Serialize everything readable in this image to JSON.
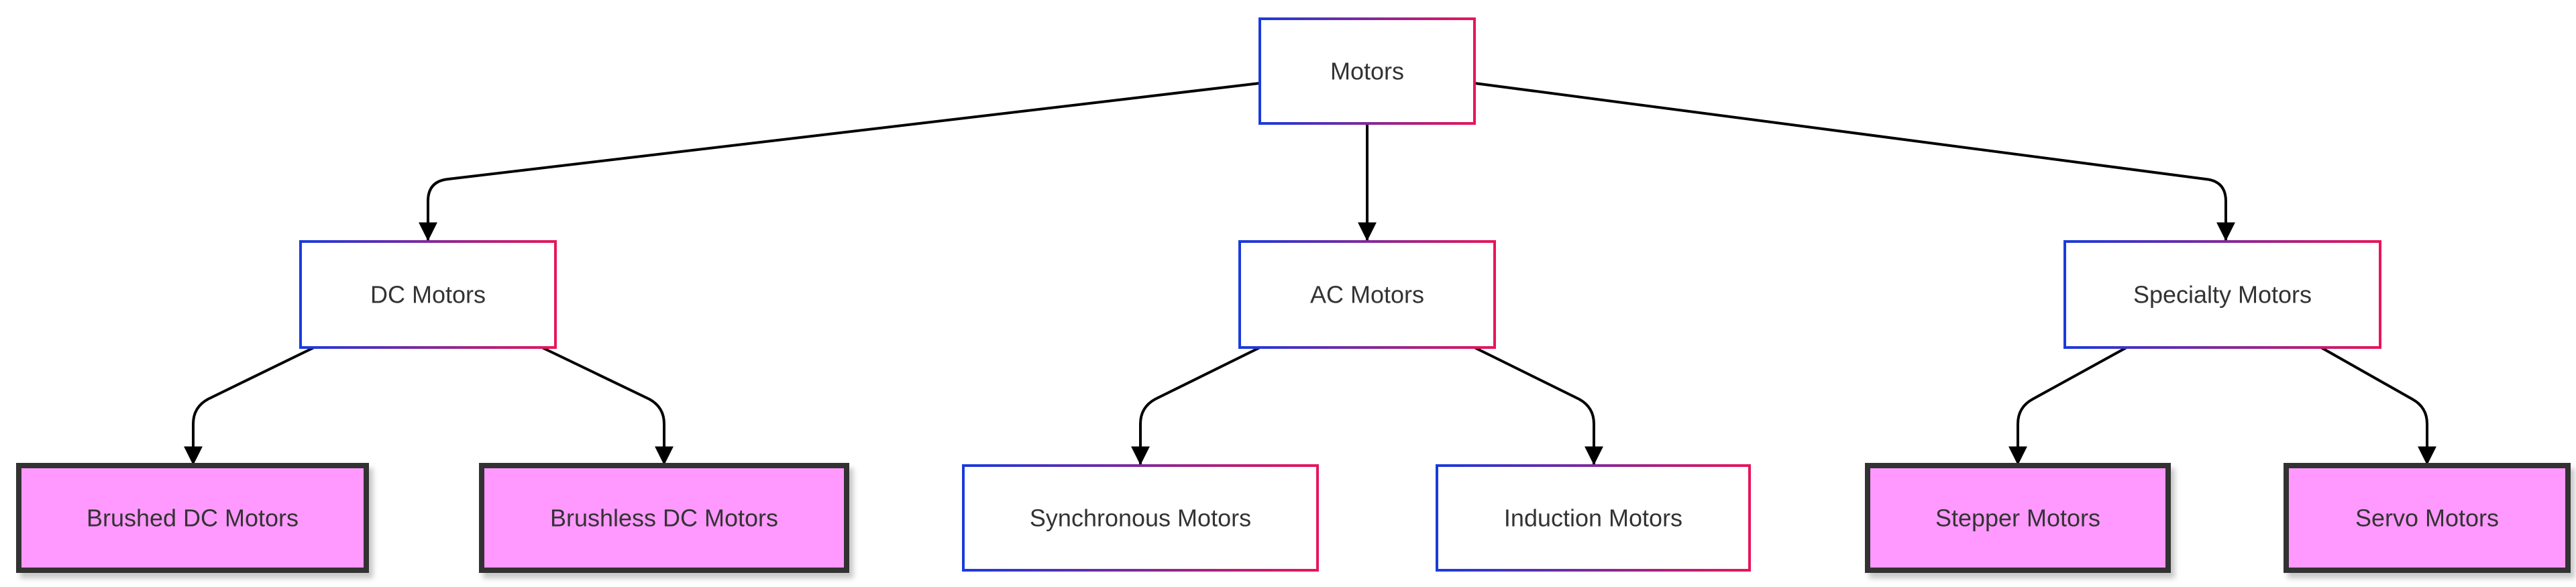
{
  "diagram": {
    "nodes": [
      {
        "id": "motors",
        "label": "Motors",
        "style": "gradient"
      },
      {
        "id": "dc",
        "label": "DC Motors",
        "style": "gradient"
      },
      {
        "id": "ac",
        "label": "AC Motors",
        "style": "gradient"
      },
      {
        "id": "specialty",
        "label": "Specialty Motors",
        "style": "gradient"
      },
      {
        "id": "brushed",
        "label": "Brushed DC Motors",
        "style": "highlight"
      },
      {
        "id": "brushless",
        "label": "Brushless DC Motors",
        "style": "highlight"
      },
      {
        "id": "synchronous",
        "label": "Synchronous Motors",
        "style": "gradient"
      },
      {
        "id": "induction",
        "label": "Induction Motors",
        "style": "gradient"
      },
      {
        "id": "stepper",
        "label": "Stepper Motors",
        "style": "highlight"
      },
      {
        "id": "servo",
        "label": "Servo Motors",
        "style": "highlight"
      }
    ],
    "edges": [
      {
        "from": "motors",
        "to": "dc"
      },
      {
        "from": "motors",
        "to": "ac"
      },
      {
        "from": "motors",
        "to": "specialty"
      },
      {
        "from": "dc",
        "to": "brushed"
      },
      {
        "from": "dc",
        "to": "brushless"
      },
      {
        "from": "ac",
        "to": "synchronous"
      },
      {
        "from": "ac",
        "to": "induction"
      },
      {
        "from": "specialty",
        "to": "stepper"
      },
      {
        "from": "specialty",
        "to": "servo"
      }
    ],
    "colors": {
      "gradient_start": "#1a3bdc",
      "gradient_end": "#e8155a",
      "highlight_fill": "#ff99ff",
      "highlight_stroke": "#333333",
      "edge": "#000000",
      "text": "#333333"
    }
  }
}
